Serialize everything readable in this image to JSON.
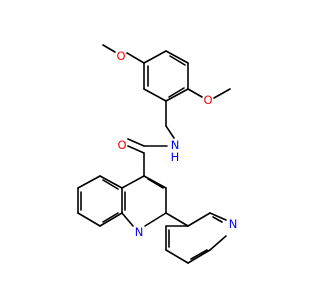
{
  "diagram": {
    "type": "chemical-structure",
    "background": "#ffffff",
    "bond_color": "#000000",
    "atom_colors": {
      "O": "#ff0000",
      "N": "#0000ff"
    },
    "atoms": [
      {
        "id": "O_methoxy_top",
        "element": "O",
        "label": "O"
      },
      {
        "id": "O_methoxy_right",
        "element": "O",
        "label": "O"
      },
      {
        "id": "O_carbonyl",
        "element": "O",
        "label": "O"
      },
      {
        "id": "N_amide",
        "element": "N",
        "label": "N"
      },
      {
        "id": "H_amide",
        "element": "H",
        "label": "H"
      },
      {
        "id": "N_quinoline",
        "element": "N",
        "label": "N"
      },
      {
        "id": "N_pyridine",
        "element": "N",
        "label": "N"
      }
    ]
  }
}
